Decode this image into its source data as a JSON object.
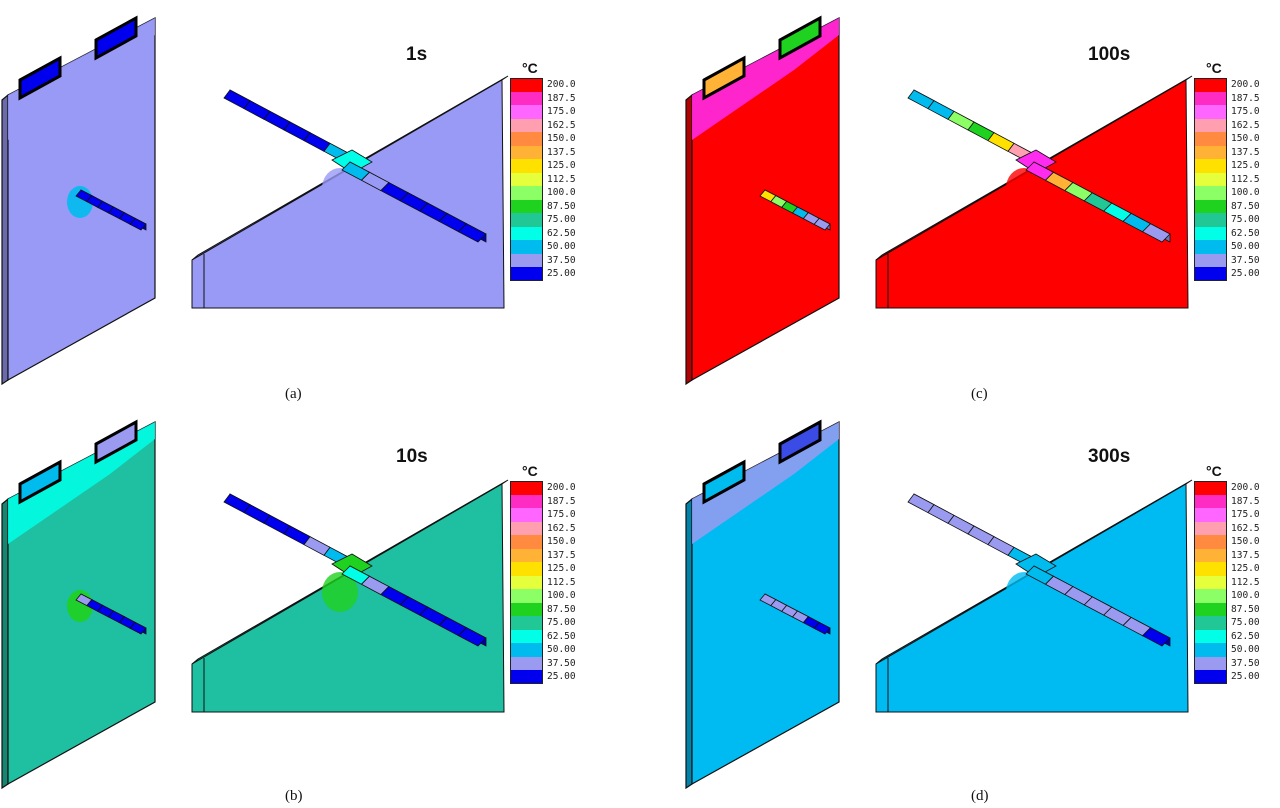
{
  "unit": "°C",
  "scale": {
    "labels": [
      "200.0",
      "187.5",
      "175.0",
      "162.5",
      "150.0",
      "137.5",
      "125.0",
      "112.5",
      "100.0",
      "87.50",
      "75.00",
      "62.50",
      "50.00",
      "37.50",
      "25.00"
    ],
    "colors": [
      "#ff0000",
      "#ff2cc4",
      "#ff66ff",
      "#ff9fb0",
      "#ff8a40",
      "#ffb236",
      "#ffe100",
      "#e6ff3d",
      "#8cff66",
      "#1fd21f",
      "#22c796",
      "#00ffe6",
      "#00bbee",
      "#9a9af0",
      "#0000ee"
    ]
  },
  "panels": [
    {
      "id": "a",
      "time": "1s",
      "caption": "(a)",
      "base_color": "#9999f6",
      "tab_left": [
        "#0000ee"
      ],
      "tab_right": [
        "#0000ee"
      ],
      "top_patch": "#9999f6",
      "cell_rod": [
        "#0000ee",
        "#0000ee",
        "#0000ee",
        "#0000ee",
        "#0000ee",
        "#0000ee"
      ],
      "cell_spot": "#00bbee",
      "front_arm": [
        "#00bbee",
        "#9999f6",
        "#0000ee",
        "#0000ee",
        "#0000ee",
        "#0000ee",
        "#0000ee"
      ],
      "back_arm": [
        "#0000ee",
        "#0000ee",
        "#0000ee",
        "#0000ee",
        "#0000ee",
        "#00bbee"
      ],
      "hub": "#00ffe6",
      "spot": "#00bbee",
      "spot2": "#9999f6"
    },
    {
      "id": "b",
      "time": "10s",
      "caption": "(b)",
      "base_color": "#1fbfa2",
      "tab_left": [
        "#00bbee"
      ],
      "tab_right": [
        "#9a9af0"
      ],
      "top_patch": "#00ffe6",
      "cell_rod": [
        "#9a9af0",
        "#0000ee",
        "#0000ee",
        "#0000ee",
        "#0000ee",
        "#0000ee"
      ],
      "cell_spot": "#1fd21f",
      "front_arm": [
        "#00ffe6",
        "#9a9af0",
        "#0000ee",
        "#0000ee",
        "#0000ee",
        "#0000ee",
        "#0000ee"
      ],
      "back_arm": [
        "#0000ee",
        "#0000ee",
        "#0000ee",
        "#0000ee",
        "#9a9af0",
        "#00bbee"
      ],
      "hub": "#1fd21f",
      "spot": "#1fd21f",
      "spot2": "#1fd21f"
    },
    {
      "id": "c",
      "time": "100s",
      "caption": "(c)",
      "base_color": "#ff0000",
      "tab_left": [
        "#ffb236"
      ],
      "tab_right": [
        "#1fd21f"
      ],
      "top_patch": "#ff2cf0",
      "cell_rod": [
        "#ffe100",
        "#8cff66",
        "#1fd21f",
        "#00bbee",
        "#9a9af0",
        "#9a9af0"
      ],
      "cell_spot": "#ff0000",
      "front_arm": [
        "#ff2cf0",
        "#ffb236",
        "#8cff66",
        "#22c796",
        "#00ffe6",
        "#00bbee",
        "#9a9af0"
      ],
      "back_arm": [
        "#00bbee",
        "#00bbee",
        "#8cff66",
        "#1fd21f",
        "#ffe100",
        "#ff9fb0"
      ],
      "hub": "#ff2cf0",
      "spot": "#ff0000",
      "spot2": "#ff0000"
    },
    {
      "id": "d",
      "time": "300s",
      "caption": "(d)",
      "base_color": "#00bbf2",
      "tab_left": [
        "#00bbee"
      ],
      "tab_right": [
        "#3a4be6"
      ],
      "top_patch": "#9a9af0",
      "cell_rod": [
        "#9a9af0",
        "#9a9af0",
        "#9a9af0",
        "#9a9af0",
        "#0000ee",
        "#0000ee"
      ],
      "cell_spot": "#00bbf2",
      "front_arm": [
        "#00bbee",
        "#9a9af0",
        "#9a9af0",
        "#9a9af0",
        "#9a9af0",
        "#9a9af0",
        "#0000ee"
      ],
      "back_arm": [
        "#9a9af0",
        "#9a9af0",
        "#9a9af0",
        "#9a9af0",
        "#9a9af0",
        "#00bbee"
      ],
      "hub": "#00bbee",
      "spot": "#00bbf2",
      "spot2": "#00bbf2"
    }
  ]
}
